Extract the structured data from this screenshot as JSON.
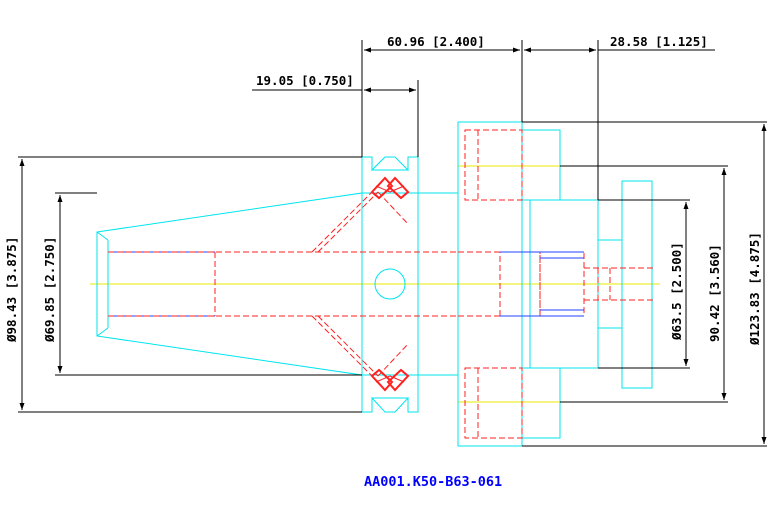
{
  "drawing": {
    "part_number": "AA001.K50-B63-061",
    "dimensions": {
      "overall_flange_to_face": "60.96 [2.400]",
      "adapter_projection": "28.58 [1.125]",
      "flange_width": "19.05 [0.750]",
      "taper_large_dia": "Ø98.43 [3.875]",
      "taper_small_dia": "Ø69.85 [2.750]",
      "pilot_dia": "Ø63.5 [2.500]",
      "bolt_circle_dia": "90.42 [3.560]",
      "face_dia": "Ø123.83 [4.875]"
    }
  },
  "colors": {
    "outline": "#00e5ee",
    "hidden": "#ff2020",
    "center": "#e8e800",
    "thread": "#2040ff",
    "dimension": "#000000",
    "part_number": "#0000ff"
  }
}
